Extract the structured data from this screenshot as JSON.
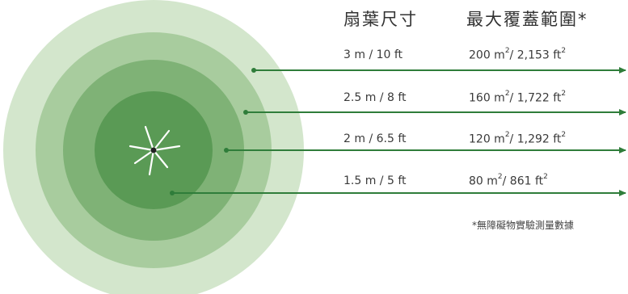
{
  "headers": {
    "blade_size": "扇葉尺寸",
    "max_coverage": "最大覆蓋範圍*"
  },
  "rows": [
    {
      "size": "3 m / 10 ft",
      "area_m2": "200 m",
      "area_ft2": "/ 2,153 ft",
      "sup": "2"
    },
    {
      "size": "2.5 m / 8 ft",
      "area_m2": "160 m",
      "area_ft2": "/ 1,722 ft",
      "sup": "2"
    },
    {
      "size": "2 m / 6.5 ft",
      "area_m2": "120 m",
      "area_ft2": "/ 1,292 ft",
      "sup": "2"
    },
    {
      "size": "1.5 m / 5 ft",
      "area_m2": "80 m",
      "area_ft2": "/ 861 ft",
      "sup": "2"
    }
  ],
  "footnote": "*無障礙物實驗測量數據",
  "colors": {
    "ring_outer": "#d3e6cc",
    "ring_2": "#a8cc9e",
    "ring_3": "#7fb276",
    "ring_inner": "#5a9a55",
    "arrow": "#2f7d3a",
    "fan_blade": "#ffffff",
    "fan_hub": "#222222"
  },
  "icons": {
    "fan": "ceiling-fan-icon"
  }
}
